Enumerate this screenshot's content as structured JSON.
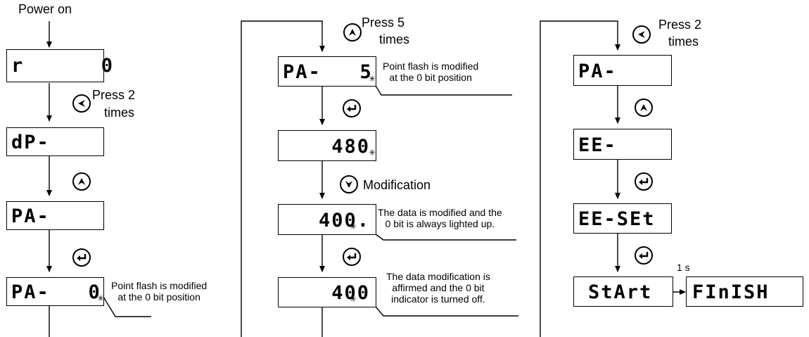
{
  "col1": {
    "power_on": "Power on",
    "displays": [
      "r      0",
      "dP-",
      "PA-",
      "PA-   0"
    ],
    "press2_a": "Press 2",
    "press2_b": "times",
    "note1_a": "Point flash is modified",
    "note1_b": "at the 0 bit position"
  },
  "col2": {
    "press5_a": "Press 5",
    "press5_b": "times",
    "displays": [
      "PA-   5",
      "480",
      "400.",
      "400"
    ],
    "note1_a": "Point flash is modified",
    "note1_b": "at the 0 bit position",
    "modification": "Modification",
    "note2_a": "The data is modified and the",
    "note2_b": "0 bit is always lighted up.",
    "note3_a": "The data modification is",
    "note3_b": "affirmed and the 0 bit",
    "note3_c": "indicator is turned off."
  },
  "col3": {
    "press2_a": "Press 2",
    "press2_b": "times",
    "displays": [
      "PA-",
      "EE-",
      "EE-SEt",
      "StArt",
      "FInISH"
    ],
    "time_label": "1 s"
  },
  "icons": {
    "left": "left-arrow-button",
    "up": "up-arrow-button",
    "down": "down-arrow-button",
    "enter": "enter-button"
  }
}
